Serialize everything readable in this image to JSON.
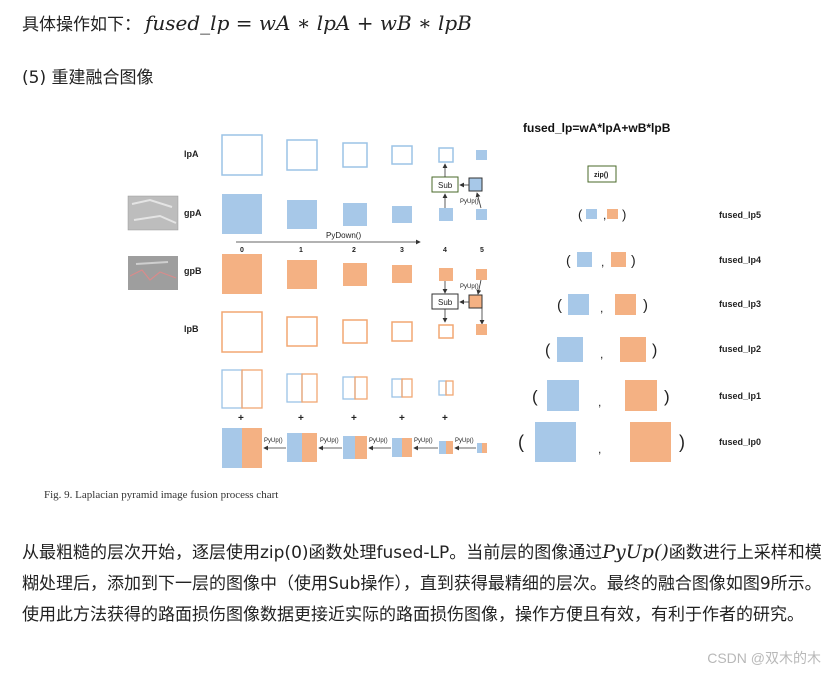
{
  "heading": {
    "intro": "具体操作如下：",
    "formula": "fused_lp = wA ∗ lpA + wB ∗ lpB"
  },
  "section_title": "(5) 重建融合图像",
  "figure": {
    "row_labels": {
      "lpa": "lpA",
      "gpa": "gpA",
      "gpb": "gpB",
      "lpb": "lpB"
    },
    "level_numbers": [
      "0",
      "1",
      "2",
      "3",
      "4",
      "5"
    ],
    "pydown_label": "PyDown()",
    "sub_label": "Sub",
    "pyup_label": "PyUp()",
    "plus_sign": "+",
    "right_title": "fused_lp=wA*lpA+wB*lpB",
    "zip_label": "zip()",
    "comma": ",",
    "fused_labels": [
      "fused_lp5",
      "fused_lp4",
      "fused_lp3",
      "fused_lp2",
      "fused_lp1",
      "fused_lp0"
    ],
    "caption": "Fig. 9.  Laplacian pyramid image fusion process chart",
    "colors": {
      "blue": "#a7c8e8",
      "orange": "#f4b183",
      "blue_outline": "#9cc3e6",
      "orange_outline": "#f2a772",
      "arrow": "#333333"
    }
  },
  "paragraph": {
    "part1": "从最粗糙的层次开始，逐层使用zip(0)函数处理fused-LP。当前层的图像通过",
    "pyup_formula": "PyUp()",
    "part2": "函数进行上采样和模糊处理后，添加到下一层的图像中（使用Sub操作），直到获得最精细的层次。最终的融合图像如图9所示。使用此方法获得的路面损伤图像数据更接近实际的路面损伤图像，操作方便且有效，有利于作者的研究。"
  },
  "watermark": "CSDN @双木的木"
}
